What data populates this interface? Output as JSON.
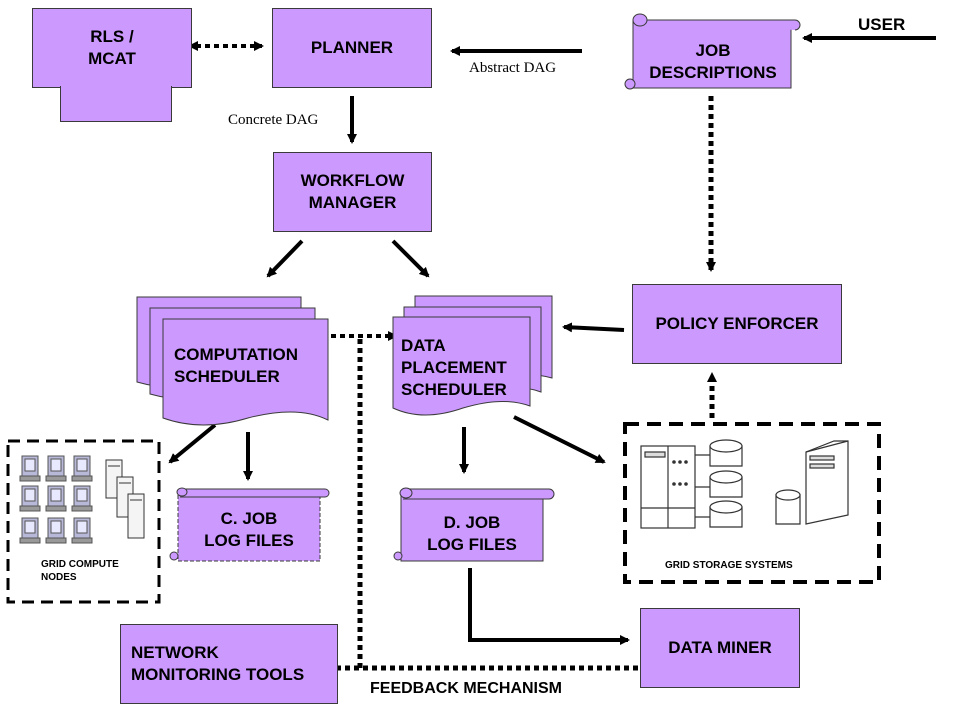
{
  "nodes": {
    "rls_mcat": "RLS /\nMCAT",
    "planner": "PLANNER",
    "job_descriptions": "JOB\nDESCRIPTIONS",
    "workflow_manager": "WORKFLOW\nMANAGER",
    "computation_scheduler": "COMPUTATION\nSCHEDULER",
    "data_placement_scheduler": "DATA\nPLACEMENT\nSCHEDULER",
    "policy_enforcer": "POLICY ENFORCER",
    "c_job_log_files": "C. JOB\nLOG FILES",
    "d_job_log_files": "D. JOB\nLOG FILES",
    "network_monitoring_tools": "NETWORK\nMONITORING TOOLS",
    "data_miner": "DATA MINER"
  },
  "labels": {
    "user": "USER",
    "abstract_dag": "Abstract DAG",
    "concrete_dag": "Concrete DAG",
    "grid_compute_nodes": "GRID COMPUTE\nNODES",
    "grid_storage_systems": "GRID STORAGE SYSTEMS",
    "feedback_mechanism": "FEEDBACK MECHANISM"
  },
  "icons": {
    "compute_nodes": "desktop-computer-icon",
    "compute_servers": "tower-server-icon",
    "storage_rack": "storage-rack-icon",
    "storage_disks": "disk-cylinder-icon",
    "storage_server": "tower-server-icon"
  },
  "colors": {
    "node_fill": "#cc99ff",
    "node_border": "#3a3a3a",
    "arrow": "#000000"
  }
}
